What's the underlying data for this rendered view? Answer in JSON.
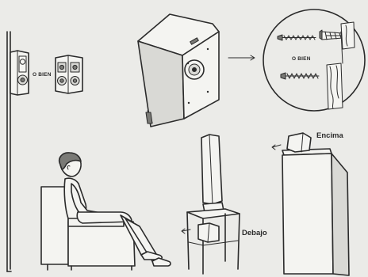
{
  "labels": {
    "or_wall": "O BIEN",
    "or_screws": "O BIEN",
    "on_top": "Encima",
    "underneath": "Debajo"
  },
  "colors": {
    "background": "#ebebe8",
    "line": "#2b2b2b"
  }
}
